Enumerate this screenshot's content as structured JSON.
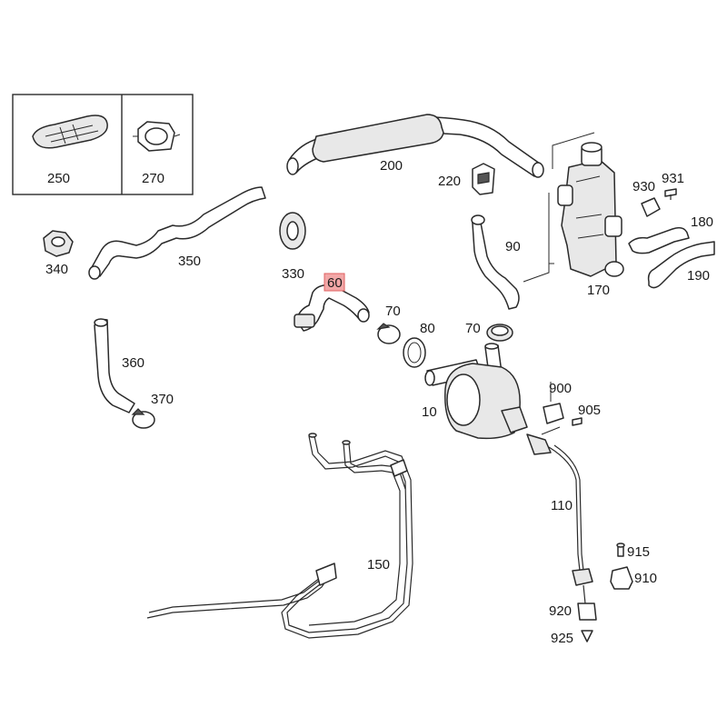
{
  "labels": {
    "p250": "250",
    "p270": "270",
    "p200": "200",
    "p220": "220",
    "p930": "930",
    "p931": "931",
    "p180": "180",
    "p190": "190",
    "p170": "170",
    "p90": "90",
    "p340": "340",
    "p350": "350",
    "p330": "330",
    "p60": "60",
    "p70a": "70",
    "p80": "80",
    "p70b": "70",
    "p360": "360",
    "p370": "370",
    "p10": "10",
    "p900": "900",
    "p905": "905",
    "p110": "110",
    "p150": "150",
    "p915": "915",
    "p910": "910",
    "p920": "920",
    "p925": "925"
  },
  "highlight_color": "#f2a7a7"
}
